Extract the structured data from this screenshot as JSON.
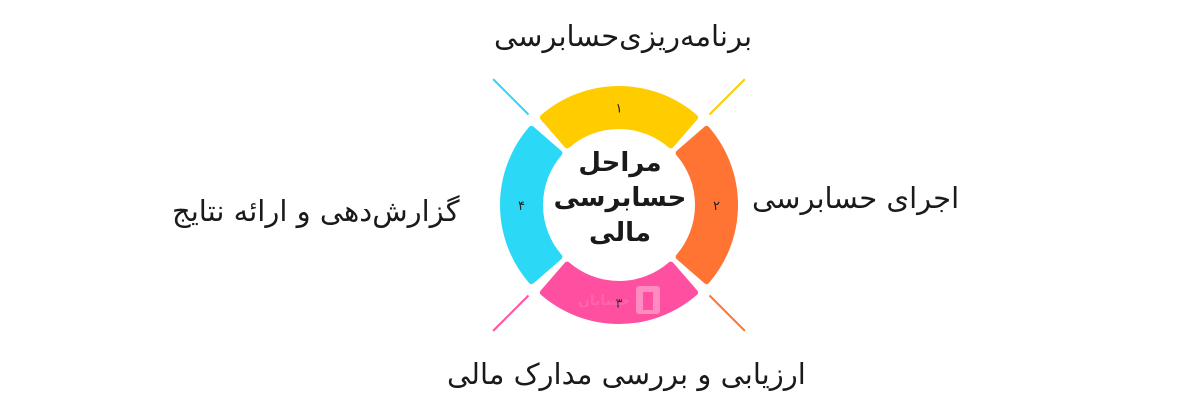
{
  "diagram": {
    "center_title": [
      "مراحل",
      "حسابرسی",
      "مالی"
    ],
    "watermark": "حسابان",
    "stages": [
      {
        "number": "۱",
        "label": "برنامه‌ریزی‌حسابرسی",
        "color": "#FFCC00"
      },
      {
        "number": "۲",
        "label": "اجرای حسابرسی",
        "color": "#FF7433"
      },
      {
        "number": "۳",
        "label": "ارزیابی و بررسی مدارک مالی",
        "color": "#FF4FA0"
      },
      {
        "number": "۴",
        "label": "گزارش‌دهی و ارائه نتایج",
        "color": "#2BD9F7"
      }
    ]
  }
}
